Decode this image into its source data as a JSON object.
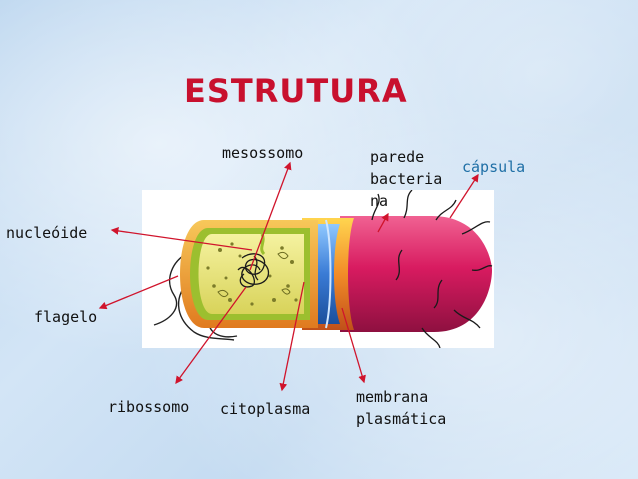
{
  "title": "ESTRUTURA",
  "labels": {
    "mesossomo": "mesossomo",
    "parede_line1": "parede",
    "parede_line2": "bacteria",
    "parede_line3": "na",
    "capsula": "cápsula",
    "nucleoide": "nucleóide",
    "flagelo": "flagelo",
    "ribossomo": "ribossomo",
    "citoplasma": "citoplasma",
    "membrana_line1": "membrana",
    "membrana_line2": "plasmática"
  },
  "colors": {
    "title": "#c8102e",
    "leader": "#d0142c",
    "capsule": "#d81b60",
    "wall_orange": "#f28c28",
    "membrane_blue": "#3a7bd5",
    "cytoplasm": "#e9e57a"
  }
}
